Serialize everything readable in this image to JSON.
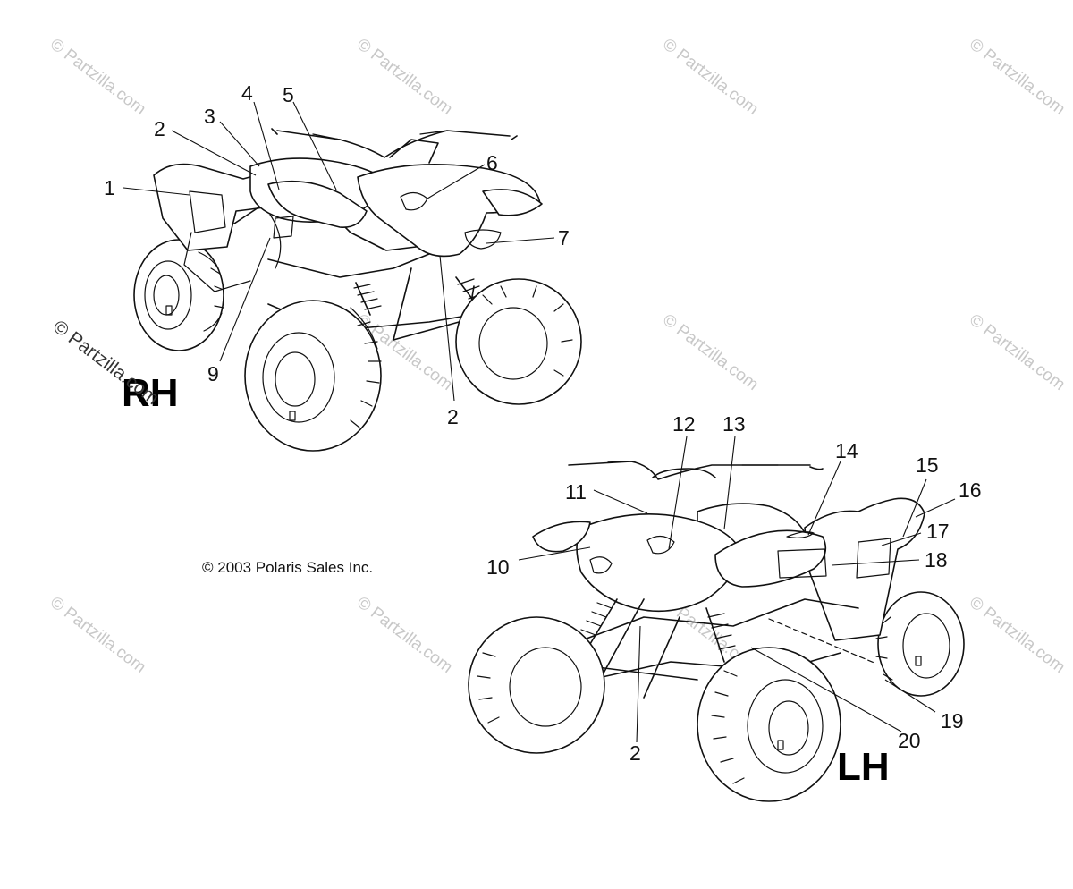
{
  "watermark_text": "© Partzilla.com",
  "copyright": "© 2003 Polaris Sales Inc.",
  "views": {
    "rh_label": "RH",
    "lh_label": "LH"
  },
  "callouts": [
    "1",
    "2",
    "3",
    "4",
    "5",
    "6",
    "7",
    "9",
    "2",
    "2",
    "10",
    "11",
    "12",
    "13",
    "14",
    "15",
    "16",
    "17",
    "18",
    "19",
    "20"
  ]
}
